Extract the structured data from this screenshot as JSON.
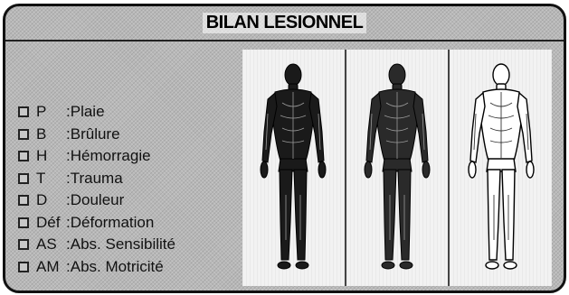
{
  "form": {
    "title": "BILAN LESIONNEL"
  },
  "legend": [
    {
      "abbr": "P",
      "separator": ":",
      "meaning": "Plaie"
    },
    {
      "abbr": "B",
      "separator": ":",
      "meaning": "Brûlure"
    },
    {
      "abbr": "H",
      "separator": ":",
      "meaning": "Hémorragie"
    },
    {
      "abbr": "T",
      "separator": ":",
      "meaning": "Trauma"
    },
    {
      "abbr": "D",
      "separator": ":",
      "meaning": "Douleur"
    },
    {
      "abbr": "Déf",
      "separator": ":",
      "meaning": "Déformation"
    },
    {
      "abbr": "AS",
      "separator": ":",
      "meaning": "Abs. Sensibilité"
    },
    {
      "abbr": "AM",
      "separator": ":",
      "meaning": "Abs. Motricité"
    }
  ],
  "figures": [
    {
      "view": "posterior-muscle",
      "fill": "#1a1a1a"
    },
    {
      "view": "anterior-muscle",
      "fill": "#2a2a2a"
    },
    {
      "view": "anterior-skeleton",
      "fill": "#ffffff"
    }
  ]
}
